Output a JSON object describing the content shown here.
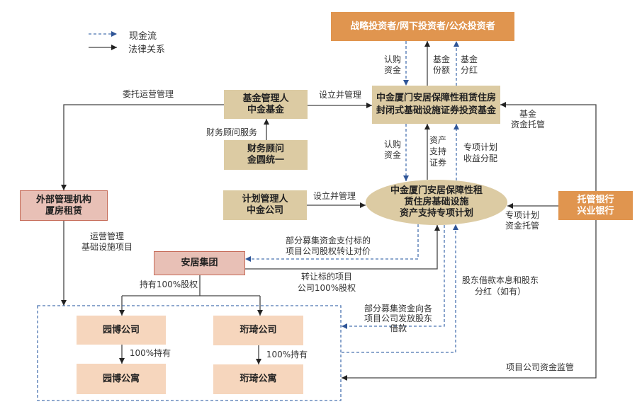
{
  "colors": {
    "orange": "#e0954f",
    "tan": "#dccba3",
    "pink": "#e8c0b6",
    "pink_border": "#c56a57",
    "peach": "#f6d6bd",
    "cash_flow_line": "#4a73b0",
    "legal_line": "#444444"
  },
  "legend": {
    "cash_flow": "现金流",
    "legal_relation": "法律关系"
  },
  "nodes": {
    "investors": "战略投资者/网下投资者/公众投资者",
    "fund": "中金厦门安居保障性租赁住房\n封闭式基础设施证券投资基金",
    "fund_manager": "基金管理人\n中金基金",
    "financial_advisor": "财务顾问\n金圆统一",
    "plan_manager": "计划管理人\n中金公司",
    "abs_plan": "中金厦门安居保障性租\n赁住房基础设施\n资产支持专项计划",
    "external_manager": "外部管理机构\n厦房租赁",
    "anju_group": "安居集团",
    "custodian": "托管银行\n兴业银行",
    "yuanbo_company": "园博公司",
    "yuanbo_apartment": "园博公寓",
    "hengqi_company": "珩琦公司",
    "hengqi_apartment": "珩琦公寓"
  },
  "edges": {
    "subscribe_funds_investor": "认购\n资金",
    "fund_units": "基金\n份额",
    "fund_dividends": "基金\n分红",
    "subscribe_funds_fund": "认购\n资金",
    "abs_securities": "资产\n支持\n证券",
    "plan_income_distribution": "专项计划\n收益分配",
    "establish_manage_fund": "设立并管理",
    "entrust_operation": "委托运营管理",
    "financial_advisory_service": "财务顾问服务",
    "establish_manage_plan": "设立并管理",
    "fund_custody": "基金\n资金托管",
    "plan_custody": "专项计划\n资金托管",
    "project_fund_supervision": "项目公司资金监管",
    "operate_infrastructure": "运营管理\n基础设施项目",
    "equity_transfer_payment": "部分募集资金支付标的\n项目公司股权转让对价",
    "equity_transfer": "转让标的项目\n公司100%股权",
    "shareholder_loans": "部分募集资金向各\n项目公司发放股东\n借款",
    "loan_repayment_dividends": "股东借款本息和股东\n分红（如有）",
    "hold_100_equity": "持有100%股权",
    "yuanbo_hold": "100%持有",
    "hengqi_hold": "100%持有"
  }
}
